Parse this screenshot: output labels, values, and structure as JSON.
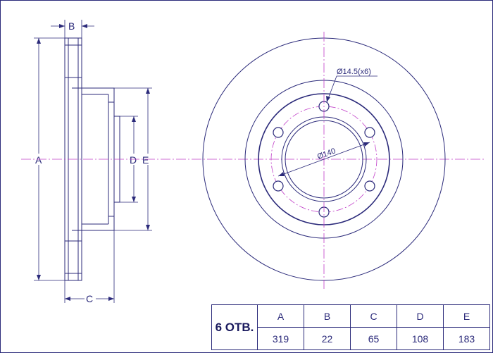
{
  "side_view": {
    "labels": {
      "a": "A",
      "b": "B",
      "c": "C",
      "d": "D",
      "e": "E"
    }
  },
  "front_view": {
    "bolt_hole_label": "Ø14.5(x6)",
    "pcd_label": "Ø140"
  },
  "spec_table": {
    "holes_label": "6 ОТВ.",
    "headers": [
      "A",
      "B",
      "C",
      "D",
      "E"
    ],
    "values": [
      "319",
      "22",
      "65",
      "108",
      "183"
    ]
  },
  "colors": {
    "line": "#2b2a7a",
    "center_line": "#c03cc8"
  }
}
